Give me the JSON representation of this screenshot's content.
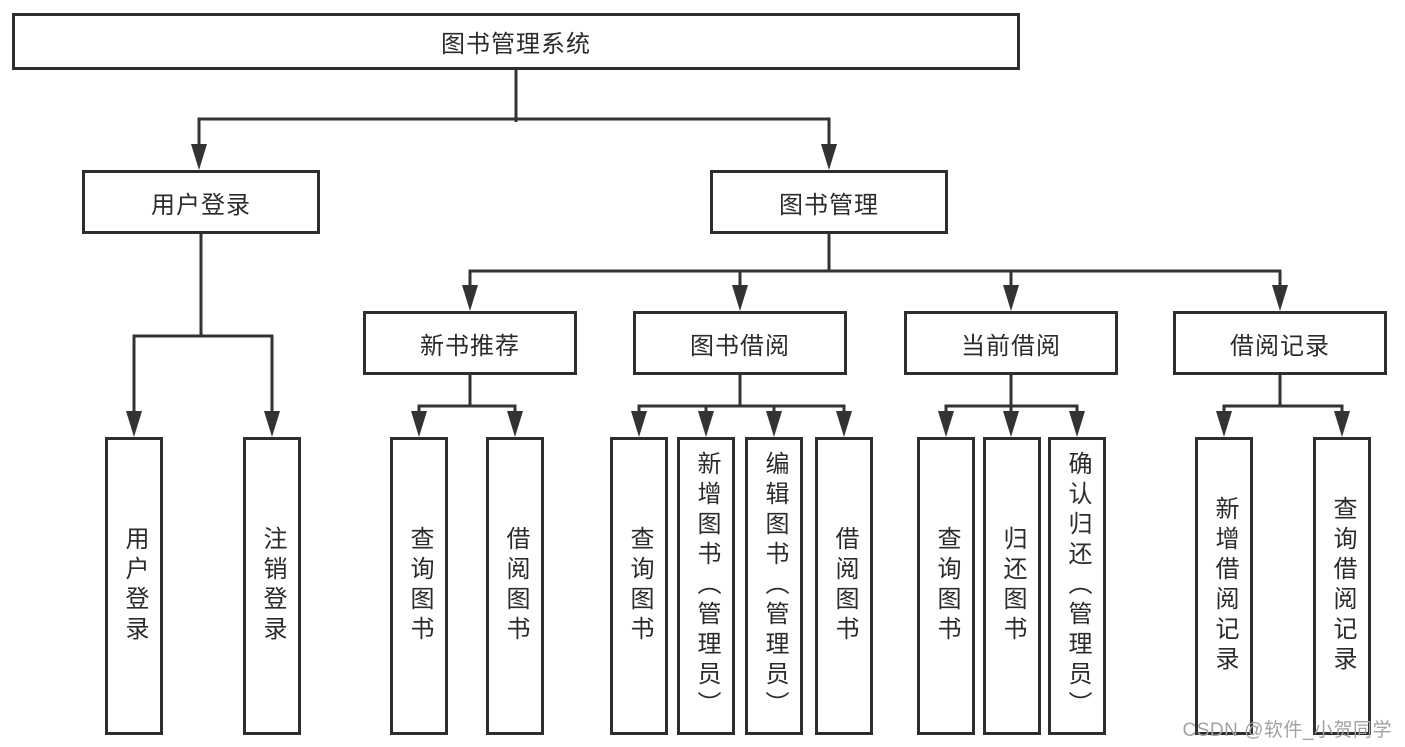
{
  "diagram": {
    "root": {
      "label": "图书管理系统"
    },
    "branches": [
      {
        "label": "用户登录",
        "children": [
          {
            "label": "用户登录"
          },
          {
            "label": "注销登录"
          }
        ]
      },
      {
        "label": "图书管理",
        "children": [
          {
            "label": "新书推荐",
            "children": [
              {
                "label": "查询图书"
              },
              {
                "label": "借阅图书"
              }
            ]
          },
          {
            "label": "图书借阅",
            "children": [
              {
                "label": "查询图书"
              },
              {
                "label": "新增图书（管理员）"
              },
              {
                "label": "编辑图书（管理员）"
              },
              {
                "label": "借阅图书"
              }
            ]
          },
          {
            "label": "当前借阅",
            "children": [
              {
                "label": "查询图书"
              },
              {
                "label": "归还图书"
              },
              {
                "label": "确认归还（管理员）"
              }
            ]
          },
          {
            "label": "借阅记录",
            "children": [
              {
                "label": "新增借阅记录"
              },
              {
                "label": "查询借阅记录"
              }
            ]
          }
        ]
      }
    ]
  },
  "watermark": {
    "text": "CSDN @软件_小贺同学"
  },
  "colors": {
    "line": "#333333",
    "border": "#2e2e2e",
    "text": "#2b2b2b",
    "watermark": "#a2a2a2",
    "background": "#ffffff"
  }
}
